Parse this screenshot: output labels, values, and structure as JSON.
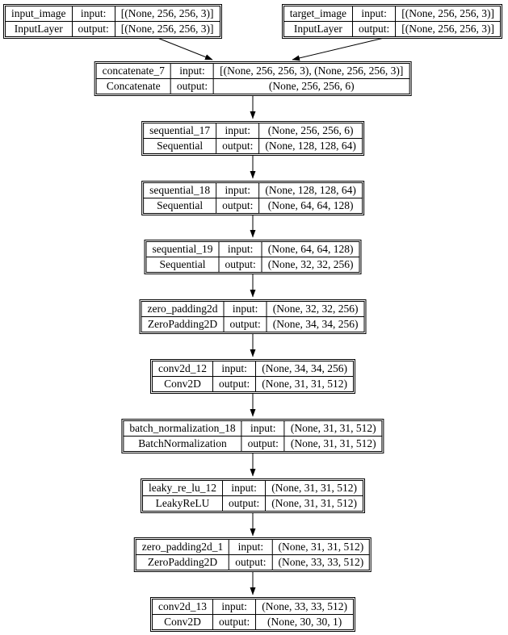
{
  "diagram": {
    "kind": "keras-model-plot",
    "labels": {
      "input": "input:",
      "output": "output:"
    },
    "colors": {
      "border": "#000000",
      "background": "#ffffff",
      "text": "#000000"
    },
    "nodes": [
      {
        "name": "input_image",
        "type": "InputLayer",
        "input": "[(None, 256, 256, 3)]",
        "output": "[(None, 256, 256, 3)]"
      },
      {
        "name": "target_image",
        "type": "InputLayer",
        "input": "[(None, 256, 256, 3)]",
        "output": "[(None, 256, 256, 3)]"
      },
      {
        "name": "concatenate_7",
        "type": "Concatenate",
        "input": "[(None, 256, 256, 3), (None, 256, 256, 3)]",
        "output": "(None, 256, 256, 6)"
      },
      {
        "name": "sequential_17",
        "type": "Sequential",
        "input": "(None, 256, 256, 6)",
        "output": "(None, 128, 128, 64)"
      },
      {
        "name": "sequential_18",
        "type": "Sequential",
        "input": "(None, 128, 128, 64)",
        "output": "(None, 64, 64, 128)"
      },
      {
        "name": "sequential_19",
        "type": "Sequential",
        "input": "(None, 64, 64, 128)",
        "output": "(None, 32, 32, 256)"
      },
      {
        "name": "zero_padding2d",
        "type": "ZeroPadding2D",
        "input": "(None, 32, 32, 256)",
        "output": "(None, 34, 34, 256)"
      },
      {
        "name": "conv2d_12",
        "type": "Conv2D",
        "input": "(None, 34, 34, 256)",
        "output": "(None, 31, 31, 512)"
      },
      {
        "name": "batch_normalization_18",
        "type": "BatchNormalization",
        "input": "(None, 31, 31, 512)",
        "output": "(None, 31, 31, 512)"
      },
      {
        "name": "leaky_re_lu_12",
        "type": "LeakyReLU",
        "input": "(None, 31, 31, 512)",
        "output": "(None, 31, 31, 512)"
      },
      {
        "name": "zero_padding2d_1",
        "type": "ZeroPadding2D",
        "input": "(None, 31, 31, 512)",
        "output": "(None, 33, 33, 512)"
      },
      {
        "name": "conv2d_13",
        "type": "Conv2D",
        "input": "(None, 33, 33, 512)",
        "output": "(None, 30, 30, 1)"
      }
    ],
    "edges": [
      {
        "from": "input_image",
        "to": "concatenate_7"
      },
      {
        "from": "target_image",
        "to": "concatenate_7"
      },
      {
        "from": "concatenate_7",
        "to": "sequential_17"
      },
      {
        "from": "sequential_17",
        "to": "sequential_18"
      },
      {
        "from": "sequential_18",
        "to": "sequential_19"
      },
      {
        "from": "sequential_19",
        "to": "zero_padding2d"
      },
      {
        "from": "zero_padding2d",
        "to": "conv2d_12"
      },
      {
        "from": "conv2d_12",
        "to": "batch_normalization_18"
      },
      {
        "from": "batch_normalization_18",
        "to": "leaky_re_lu_12"
      },
      {
        "from": "leaky_re_lu_12",
        "to": "zero_padding2d_1"
      },
      {
        "from": "zero_padding2d_1",
        "to": "conv2d_13"
      }
    ]
  }
}
